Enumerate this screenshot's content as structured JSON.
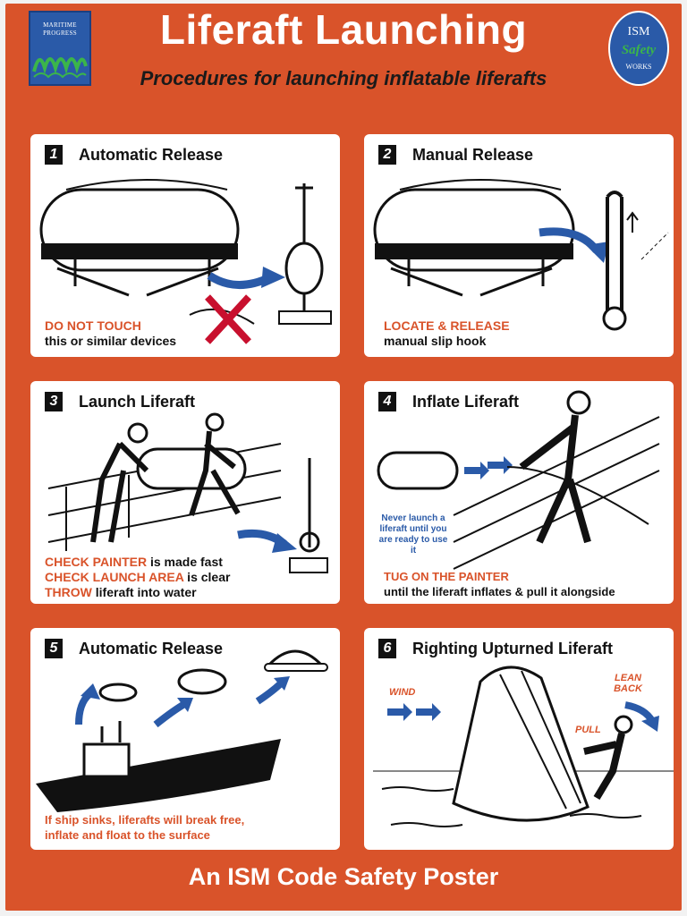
{
  "header": {
    "title": "Liferaft Launching",
    "subtitle": "Procedures for launching inflatable liferafts",
    "logo_left": {
      "line1": "MARITIME",
      "line2": "PROGRESS",
      "icon": "waves-logo-icon"
    },
    "logo_right": {
      "top": "ISM",
      "middle": "Safety",
      "bottom": "WORKS"
    }
  },
  "panels": [
    {
      "number": "1",
      "title": "Automatic Release",
      "caption_highlight": "DO NOT TOUCH",
      "caption_rest": "this or similar devices"
    },
    {
      "number": "2",
      "title": "Manual Release",
      "caption_highlight": "LOCATE & RELEASE",
      "caption_rest": "manual slip hook"
    },
    {
      "number": "3",
      "title": "Launch Liferaft",
      "lines": [
        {
          "highlight": "CHECK PAINTER",
          "rest": " is made fast"
        },
        {
          "highlight": "CHECK LAUNCH AREA",
          "rest": " is clear"
        },
        {
          "highlight": "THROW",
          "rest": " liferaft into water"
        }
      ]
    },
    {
      "number": "4",
      "title": "Inflate Liferaft",
      "note": "Never launch a liferaft until you are ready to use it",
      "caption_highlight": "TUG ON THE PAINTER",
      "caption_rest": "until the liferaft inflates & pull it alongside"
    },
    {
      "number": "5",
      "title": "Automatic Release",
      "caption_line1": "If ship sinks, liferafts will break free,",
      "caption_line2": "inflate and float to the surface"
    },
    {
      "number": "6",
      "title": "Righting Upturned Liferaft",
      "label_wind": "WIND",
      "label_lean": "LEAN BACK",
      "label_pull": "PULL"
    }
  ],
  "footer": {
    "text": "An ISM Code Safety Poster"
  },
  "colors": {
    "background": "#d9532a",
    "accent_blue": "#2a5aa8",
    "panel": "#ffffff"
  }
}
